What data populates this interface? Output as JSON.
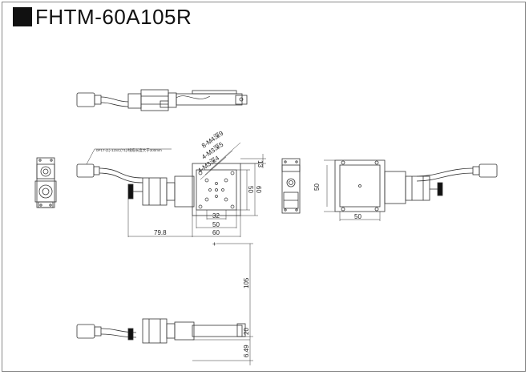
{
  "title": "FHTM-60A105R",
  "cable_note": "0P1T-(1)-12SC(T1)/线缆长度大于300mm",
  "dims": {
    "d13": "13",
    "d60_side": "60",
    "d50_side": "50",
    "d32": "32",
    "d50_bottom": "50",
    "d60_bottom": "60",
    "d79_8": "79.8",
    "d50_right_vert": "50",
    "d50_right_horiz": "50",
    "d105": "105",
    "d6_49": "6.49",
    "d20": "20"
  },
  "holes": {
    "h1": "8-M4深9",
    "h2": "4-M3深5",
    "h3": "4-M3深4"
  }
}
